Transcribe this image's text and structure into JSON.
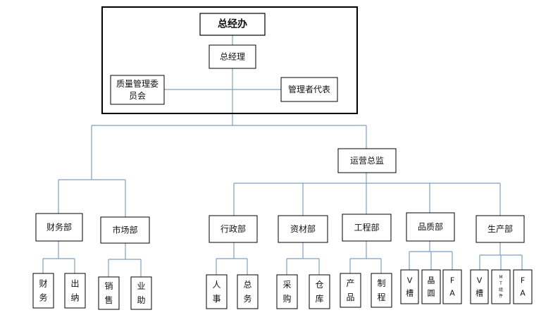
{
  "colors": {
    "connector": "#7f9fc0",
    "box_border": "#000000",
    "frame_border": "#000000",
    "text": "#111111"
  },
  "executive": {
    "office": "总经办",
    "general_manager": "总经理",
    "quality_committee": [
      "质量管理委",
      "员会"
    ],
    "management_rep": "管理者代表"
  },
  "operations_director": "运营总监",
  "departments": {
    "finance": {
      "label": "财务部",
      "units": [
        [
          "财",
          "务"
        ],
        [
          "出",
          "纳"
        ]
      ]
    },
    "marketing": {
      "label": "市场部",
      "units": [
        [
          "销",
          "售"
        ],
        [
          "业",
          "助"
        ]
      ]
    },
    "admin": {
      "label": "行政部",
      "units": [
        [
          "人",
          "事"
        ],
        [
          "总",
          "务"
        ]
      ]
    },
    "materials": {
      "label": "资材部",
      "units": [
        [
          "采",
          "购"
        ],
        [
          "仓",
          "库"
        ]
      ]
    },
    "engineering": {
      "label": "工程部",
      "units": [
        [
          "产",
          "品"
        ],
        [
          "制",
          "程"
        ]
      ]
    },
    "quality": {
      "label": "品质部",
      "units": [
        [
          "V",
          "槽"
        ],
        [
          "晶",
          "圆"
        ],
        [
          "F",
          "A"
        ]
      ]
    },
    "production": {
      "label": "生产部",
      "units": [
        [
          "V",
          "槽"
        ],
        [
          "M",
          "T",
          "组",
          "件"
        ],
        [
          "F",
          "A"
        ]
      ]
    }
  }
}
